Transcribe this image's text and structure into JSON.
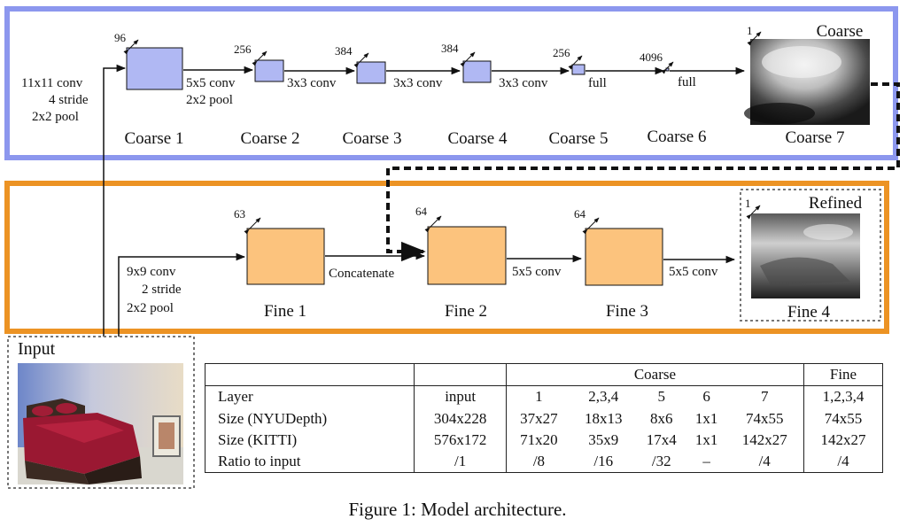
{
  "coarse_layers": [
    {
      "name": "Coarse 1",
      "channels": "96"
    },
    {
      "name": "Coarse 2",
      "channels": "256"
    },
    {
      "name": "Coarse 3",
      "channels": "384"
    },
    {
      "name": "Coarse 4",
      "channels": "384"
    },
    {
      "name": "Coarse 5",
      "channels": "256"
    },
    {
      "name": "Coarse 6",
      "channels": "4096"
    },
    {
      "name": "Coarse 7",
      "channels": "1"
    }
  ],
  "coarse_ops": {
    "input_conv": [
      "11x11 conv",
      "4 stride",
      "2x2 pool"
    ],
    "c1_c2": [
      "5x5 conv",
      "2x2 pool"
    ],
    "c2_c3": "3x3 conv",
    "c3_c4": "3x3 conv",
    "c4_c5": "3x3 conv",
    "c5_c6": "full",
    "c6_c7": "full"
  },
  "coarse_output_label": "Coarse",
  "fine_layers": [
    {
      "name": "Fine 1",
      "channels": "63"
    },
    {
      "name": "Fine 2",
      "channels": "64"
    },
    {
      "name": "Fine 3",
      "channels": "64"
    },
    {
      "name": "Fine 4",
      "channels": "1"
    }
  ],
  "fine_ops": {
    "input_conv": [
      "9x9 conv",
      "2 stride",
      "2x2 pool"
    ],
    "concat": "Concatenate",
    "f2_f3": "5x5 conv",
    "f3_f4": "5x5 conv"
  },
  "fine_output_label": "Refined",
  "input_label": "Input",
  "table": {
    "group_headers": [
      "Coarse",
      "Fine"
    ],
    "rows": [
      [
        "Layer",
        "input",
        "1",
        "2,3,4",
        "5",
        "6",
        "7",
        "1,2,3,4"
      ],
      [
        "Size (NYUDepth)",
        "304x228",
        "37x27",
        "18x13",
        "8x6",
        "1x1",
        "74x55",
        "74x55"
      ],
      [
        "Size (KITTI)",
        "576x172",
        "71x20",
        "35x9",
        "17x4",
        "1x1",
        "142x27",
        "142x27"
      ],
      [
        "Ratio to input",
        "/1",
        "/8",
        "/16",
        "/32",
        "–",
        "/4",
        "/4"
      ]
    ]
  },
  "caption": "Figure 1: Model architecture.",
  "colors": {
    "coarse_border": "#8c97ee",
    "coarse_box": "#b0b8f3",
    "fine_border": "#ec9324",
    "fine_box": "#fcc37d"
  }
}
